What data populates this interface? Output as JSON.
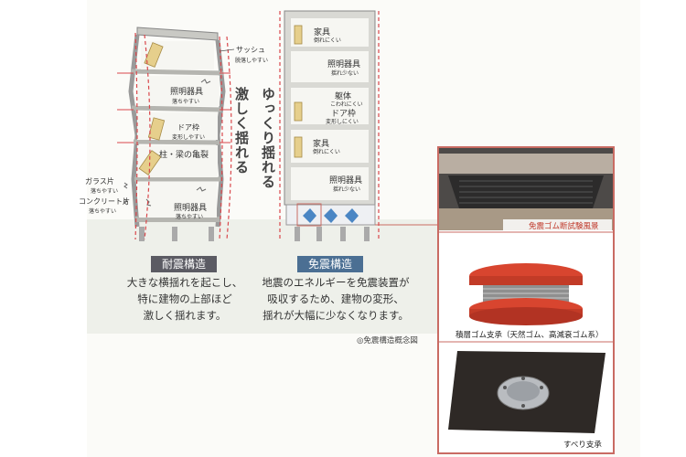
{
  "left_building": {
    "labels": {
      "sash": "サッシュ",
      "sash_sub": "脱落しやすい",
      "lighting": "照明器具",
      "lighting_sub": "落ちやすい",
      "door": "ドア枠",
      "door_sub": "変形しやすい",
      "column": "柱・梁の亀裂",
      "glass": "ガラス片",
      "glass_sub": "落ちやすい",
      "concrete": "コンクリート片",
      "concrete_sub": "落ちやすい",
      "lighting2": "照明器具",
      "lighting2_sub": "落ちやすい"
    },
    "vertical_text": "激しく揺れる",
    "badge": "耐震構造",
    "description": [
      "大きな横揺れを起こし、",
      "特に建物の上部ほど",
      "激しく揺れます。"
    ]
  },
  "right_building": {
    "labels": {
      "furniture": "家具",
      "furniture_sub": "倒れにくい",
      "lighting": "照明器具",
      "lighting_sub": "揺れ少ない",
      "frame": "躯体",
      "frame_sub": "こわれにくい",
      "door": "ドア枠",
      "door_sub": "変形しにくい",
      "furniture2": "家具",
      "furniture2_sub": "倒れにくい",
      "lighting2": "照明器具",
      "lighting2_sub": "揺れ少ない"
    },
    "vertical_text": "ゆっくり揺れる",
    "badge": "免震構造",
    "description": [
      "地震のエネルギーを免震装置が",
      "吸収するため、建物の変形、",
      "揺れが大幅に少なくなります。"
    ]
  },
  "caption": "◎免震構造概念図",
  "photos": [
    {
      "caption": "免震ゴム断試験風景"
    },
    {
      "caption": "積層ゴム支承（天然ゴム、高減衰ゴム系）"
    },
    {
      "caption": "すべり支承"
    }
  ],
  "colors": {
    "red_dashed": "#d9474b",
    "frame_gray": "#8d8d8d",
    "photo_border": "#c96b63",
    "badge_dark": "#5b5b63",
    "badge_blue": "#4b6f93",
    "rubber_red": "#d8452f"
  }
}
